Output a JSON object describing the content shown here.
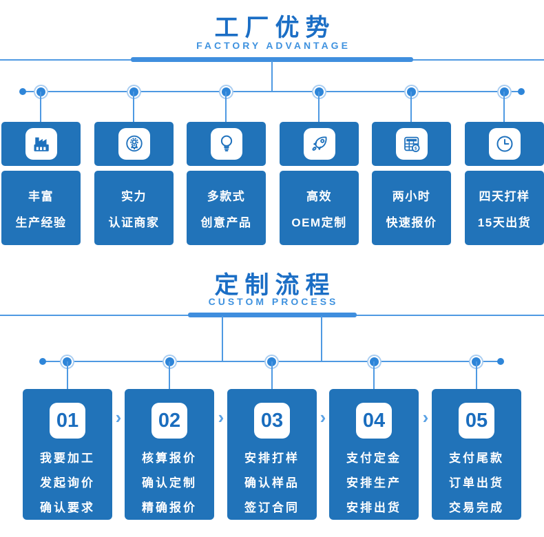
{
  "colors": {
    "card_blue": "#2173b9",
    "title_blue": "#1b6ec5",
    "subtitle_blue": "#3f92df",
    "line_blue": "#4e99e2",
    "bar_blue": "#3f8ede",
    "dot_blue": "#2e85d8",
    "dot_ring": "#a9cdf1",
    "icon_blue": "#1e71bd",
    "text_white": "#ffffff"
  },
  "section1": {
    "title": "工厂优势",
    "subtitle": "FACTORY ADVANTAGE",
    "cards": [
      {
        "icon": "factory-icon",
        "line1": "丰富",
        "line2": "生产经验"
      },
      {
        "icon": "medal-icon",
        "line1": "实力",
        "line2": "认证商家"
      },
      {
        "icon": "lightbulb-icon",
        "line1": "多款式",
        "line2": "创意产品"
      },
      {
        "icon": "rocket-icon",
        "line1": "高效",
        "line2": "OEM定制"
      },
      {
        "icon": "calculator-icon",
        "line1": "两小时",
        "line2": "快速报价"
      },
      {
        "icon": "clock-icon",
        "line1": "四天打样",
        "line2": "15天出货"
      }
    ]
  },
  "section2": {
    "title": "定制流程",
    "subtitle": "CUSTOM PROCESS",
    "chevron": "›",
    "steps": [
      {
        "num": "01",
        "lines": [
          "我要加工",
          "发起询价",
          "确认要求"
        ]
      },
      {
        "num": "02",
        "lines": [
          "核算报价",
          "确认定制",
          "精确报价"
        ]
      },
      {
        "num": "03",
        "lines": [
          "安排打样",
          "确认样品",
          "签订合同"
        ]
      },
      {
        "num": "04",
        "lines": [
          "支付定金",
          "安排生产",
          "安排出货"
        ]
      },
      {
        "num": "05",
        "lines": [
          "支付尾款",
          "订单出货",
          "交易完成"
        ]
      }
    ]
  }
}
